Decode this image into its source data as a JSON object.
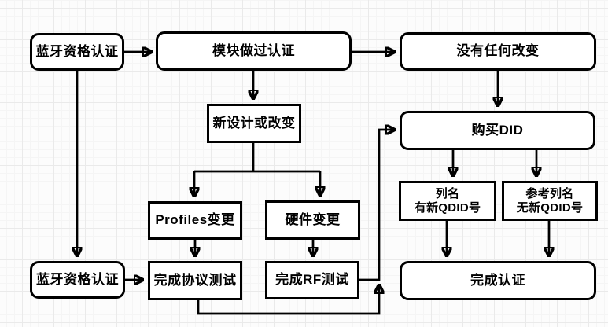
{
  "diagram": {
    "type": "flowchart",
    "topic": "Bluetooth qualification / QDID certification flow",
    "colors": {
      "node_border": "#000000",
      "node_fill": "#ffffff",
      "edge": "#000000",
      "background": "#fcfcfc",
      "grid_major": "#eaeaea",
      "grid_minor": "#f5f5f5"
    },
    "nodes": [
      {
        "id": "bt-qual-top",
        "label": "蓝牙资格认证",
        "shape": "rounded"
      },
      {
        "id": "module-certified",
        "label": "模块做过认证",
        "shape": "rounded"
      },
      {
        "id": "no-change",
        "label": "没有任何改变",
        "shape": "rounded"
      },
      {
        "id": "buy-did",
        "label": "购买DID",
        "shape": "rounded"
      },
      {
        "id": "new-design",
        "label": "新设计或改变",
        "shape": "rect"
      },
      {
        "id": "profiles-change",
        "label": "Profiles变更",
        "shape": "rect"
      },
      {
        "id": "hardware-change",
        "label": "硬件变更",
        "shape": "rect"
      },
      {
        "id": "bt-qual-bottom",
        "label": "蓝牙资格认证",
        "shape": "rounded"
      },
      {
        "id": "protocol-test",
        "label": "完成协议测试",
        "shape": "rect"
      },
      {
        "id": "rf-test",
        "label": "完成RF测试",
        "shape": "rect"
      },
      {
        "id": "listed-new-qdid",
        "label": "列名",
        "label2": "有新QDID号",
        "shape": "rect"
      },
      {
        "id": "ref-listed-no-qdid",
        "label": "参考列名",
        "label2": "无新QDID号",
        "shape": "rect"
      },
      {
        "id": "cert-done",
        "label": "完成认证",
        "shape": "rounded"
      }
    ],
    "edges": [
      {
        "from": "bt-qual-top",
        "to": "module-certified"
      },
      {
        "from": "module-certified",
        "to": "no-change"
      },
      {
        "from": "module-certified",
        "to": "new-design"
      },
      {
        "from": "no-change",
        "to": "buy-did"
      },
      {
        "from": "new-design",
        "to": "profiles-change"
      },
      {
        "from": "new-design",
        "to": "hardware-change"
      },
      {
        "from": "profiles-change",
        "to": "protocol-test"
      },
      {
        "from": "hardware-change",
        "to": "rf-test"
      },
      {
        "from": "bt-qual-top",
        "to": "bt-qual-bottom"
      },
      {
        "from": "bt-qual-bottom",
        "to": "protocol-test"
      },
      {
        "from": "rf-test",
        "to": "buy-did"
      },
      {
        "from": "protocol-test",
        "to": "buy-did"
      },
      {
        "from": "buy-did",
        "to": "listed-new-qdid"
      },
      {
        "from": "buy-did",
        "to": "ref-listed-no-qdid"
      },
      {
        "from": "listed-new-qdid",
        "to": "cert-done"
      },
      {
        "from": "ref-listed-no-qdid",
        "to": "cert-done"
      }
    ]
  }
}
